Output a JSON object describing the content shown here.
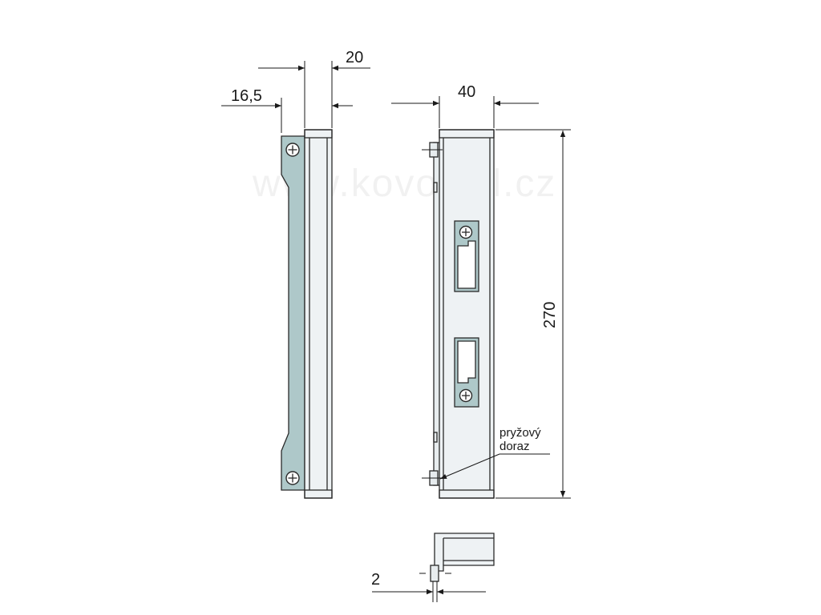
{
  "watermark": "www.kovostyl.cz",
  "dimensions": {
    "top_width": "20",
    "plate_offset": "16,5",
    "front_width": "40",
    "height": "270",
    "bottom_thickness": "2"
  },
  "annotation": {
    "line1": "pryžový",
    "line2": "doraz"
  },
  "colors": {
    "plate": "#aec8c9",
    "steel": "#e7ecee",
    "line": "#2a2a2a"
  }
}
